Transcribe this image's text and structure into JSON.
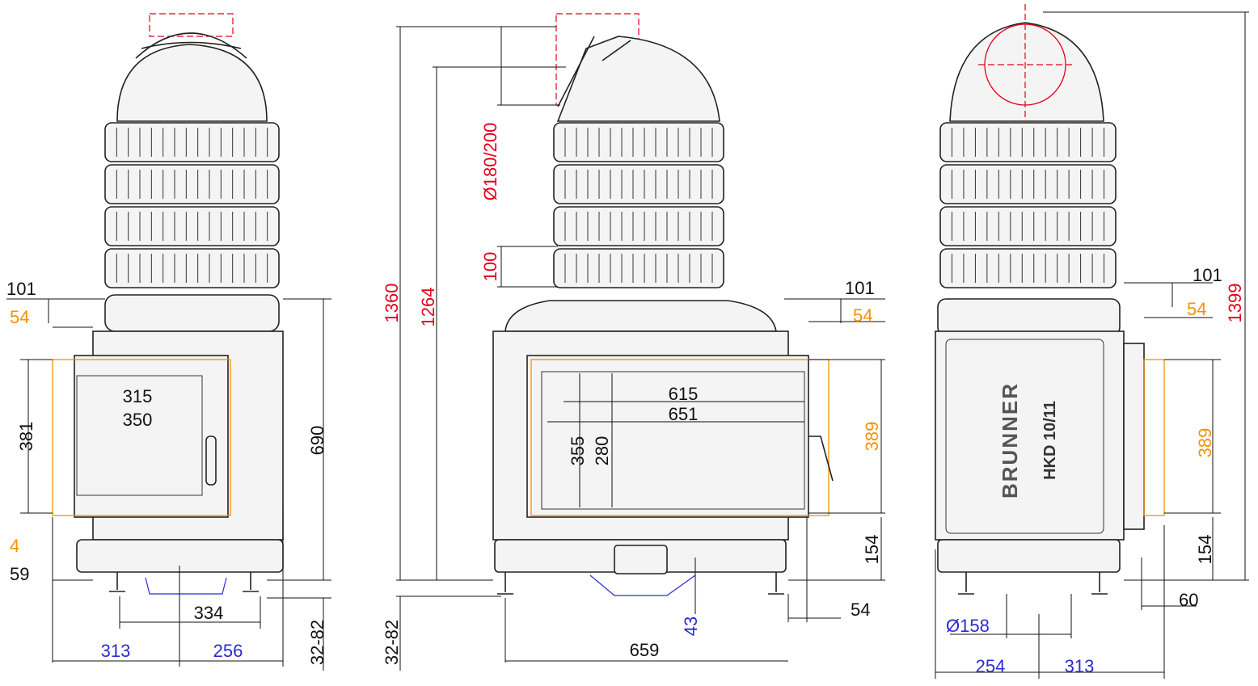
{
  "brand": {
    "name": "BRUNNER",
    "model": "HKD 10/11"
  },
  "colors": {
    "dimension": "#111111",
    "flue": "#e3001b",
    "door": "#f39200",
    "base": "#2b2bd0"
  },
  "front_view": {
    "dims": {
      "top_offset": "101",
      "door_offset": "54",
      "door_height": "381",
      "glass_width": "315",
      "door_width": "350",
      "body_height": "690",
      "door_bottom": "4",
      "base_height": "59",
      "leg_span": "334",
      "left_width": "313",
      "right_width": "256",
      "leg_adjust": "32-82"
    }
  },
  "side_view": {
    "dims": {
      "total_height": "1360",
      "flue_height": "1264",
      "flue_diameter": "Ø180/200",
      "ring_height": "100",
      "top_offset": "101",
      "door_offset": "54",
      "glass_width": "615",
      "door_width": "651",
      "door_height": "355",
      "glass_height": "280",
      "opening_height": "389",
      "bottom_height": "154",
      "side_offset": "54",
      "base_depth": "43",
      "total_depth": "659",
      "leg_adjust": "32-82"
    }
  },
  "rear_view": {
    "dims": {
      "top_offset": "101",
      "door_offset": "54",
      "total_height": "1399",
      "opening_height": "389",
      "bottom_height": "154",
      "side_offset": "60",
      "outlet_diameter": "Ø158",
      "left_width": "254",
      "right_width": "313"
    }
  }
}
